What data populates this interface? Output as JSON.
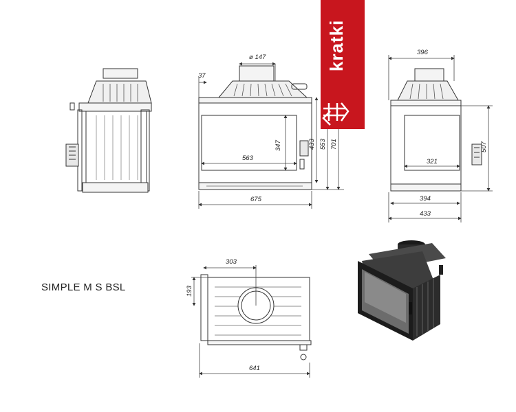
{
  "brand": {
    "name": "kratki",
    "color": "#c8161e"
  },
  "model_name": "SIMPLE M S BSL",
  "dimensions": {
    "front_flue_diameter": "ø 147",
    "front_offset": "37",
    "front_glass_height": "347",
    "front_glass_width": "563",
    "front_height_433": "433",
    "front_height_553": "553",
    "front_height_701": "701",
    "front_total_width": "675",
    "side_top_width": "396",
    "side_height": "507",
    "side_glass_width": "321",
    "side_width_394": "394",
    "side_width_433": "433",
    "top_offset": "303",
    "top_depth": "193",
    "top_width": "641"
  },
  "icons": [
    "kratki-logo-icon",
    "handle-icon",
    "flue-collar-icon"
  ]
}
